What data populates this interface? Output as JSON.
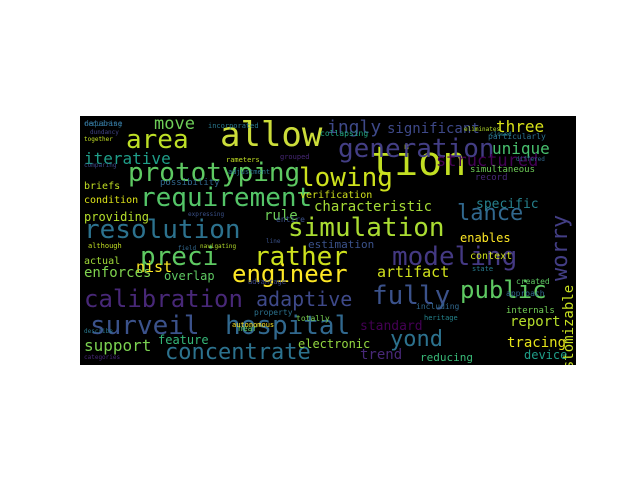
{
  "word_cloud": {
    "background": "#000000",
    "words": [
      {
        "text": "allow",
        "color": "#ccdd3a"
      },
      {
        "text": "tion",
        "color": "#c2df23"
      },
      {
        "text": "generation",
        "color": "#433e85"
      },
      {
        "text": "area",
        "color": "#bddf26"
      },
      {
        "text": "prototyping",
        "color": "#5ec962"
      },
      {
        "text": "lowing",
        "color": "#cde11d"
      },
      {
        "text": "requirement",
        "color": "#54c568"
      },
      {
        "text": "worry",
        "color": "#433e85"
      },
      {
        "text": "simulation",
        "color": "#aadc32"
      },
      {
        "text": "resolution",
        "color": "#2c728e"
      },
      {
        "text": "lance",
        "color": "#31688e"
      },
      {
        "text": "preci",
        "color": "#5ec962"
      },
      {
        "text": "rather",
        "color": "#cde11d"
      },
      {
        "text": "modeling",
        "color": "#443983"
      },
      {
        "text": "engineer",
        "color": "#fde725"
      },
      {
        "text": "fully",
        "color": "#3b528b"
      },
      {
        "text": "calibration",
        "color": "#482878"
      },
      {
        "text": "adaptive",
        "color": "#3e4989"
      },
      {
        "text": "public",
        "color": "#5ec962"
      },
      {
        "text": "surveil",
        "color": "#3b528b"
      },
      {
        "text": "hospital",
        "color": "#31688e"
      },
      {
        "text": "concentrate",
        "color": "#2c728e"
      },
      {
        "text": "yond",
        "color": "#2c728e"
      },
      {
        "text": "customizable",
        "color": "#c8e020"
      },
      {
        "text": "move",
        "color": "#6ece58"
      },
      {
        "text": "ingly",
        "color": "#3e4989"
      },
      {
        "text": "three",
        "color": "#d8e219"
      },
      {
        "text": "unique",
        "color": "#48c16e"
      },
      {
        "text": "iterative",
        "color": "#1f9e89"
      },
      {
        "text": "structured",
        "color": "#440154"
      },
      {
        "text": "characteristic",
        "color": "#a5db36"
      },
      {
        "text": "rule",
        "color": "#6ece58"
      },
      {
        "text": "specific",
        "color": "#26828e"
      },
      {
        "text": "nist",
        "color": "#fde725"
      },
      {
        "text": "enforces",
        "color": "#7fd34e"
      },
      {
        "text": "artifact",
        "color": "#d0e11c"
      },
      {
        "text": "enables",
        "color": "#fde725"
      },
      {
        "text": "report",
        "color": "#b5de2b"
      },
      {
        "text": "support",
        "color": "#7ad151"
      },
      {
        "text": "standard",
        "color": "#440154"
      },
      {
        "text": "overlap",
        "color": "#5ec962"
      },
      {
        "text": "feature",
        "color": "#35b779"
      },
      {
        "text": "electronic",
        "color": "#93d741"
      },
      {
        "text": "trend",
        "color": "#482878"
      },
      {
        "text": "tracing",
        "color": "#e5e419"
      },
      {
        "text": "device",
        "color": "#1f9e89"
      },
      {
        "text": "reducing",
        "color": "#38b977"
      },
      {
        "text": "program",
        "color": "#472d7b"
      },
      {
        "text": "detail",
        "color": "#25858e"
      },
      {
        "text": "context",
        "color": "#d0e11c"
      },
      {
        "text": "significant",
        "color": "#3e4989"
      },
      {
        "text": "verification",
        "color": "#d0e11c"
      },
      {
        "text": "estimation",
        "color": "#3b528b"
      },
      {
        "text": "providing",
        "color": "#b5de2b"
      },
      {
        "text": "condition",
        "color": "#dde318"
      },
      {
        "text": "briefs",
        "color": "#c2df23"
      },
      {
        "text": "actual",
        "color": "#a0da39"
      },
      {
        "text": "internals",
        "color": "#73d056"
      },
      {
        "text": "simultaneous",
        "color": "#6ece58"
      },
      {
        "text": "record",
        "color": "#482878"
      },
      {
        "text": "particularly",
        "color": "#2c728e"
      },
      {
        "text": "possibility",
        "color": "#31688e"
      },
      {
        "text": "collapsing",
        "color": "#22a884"
      },
      {
        "text": "near",
        "color": "#5ec962"
      },
      {
        "text": "property",
        "color": "#2c728e"
      },
      {
        "text": "entire",
        "color": "#3b528b"
      },
      {
        "text": "created",
        "color": "#5ec962"
      },
      {
        "text": "approach",
        "color": "#31688e"
      },
      {
        "text": "incorporated",
        "color": "#2a788e"
      },
      {
        "text": "advantage",
        "color": "#3e4989"
      },
      {
        "text": "totally",
        "color": "#7ad151"
      },
      {
        "text": "including",
        "color": "#31688e"
      },
      {
        "text": "requiring",
        "color": "#2c728e"
      },
      {
        "text": "dundancy",
        "color": "#414487"
      },
      {
        "text": "together",
        "color": "#c2df23"
      },
      {
        "text": "comparing",
        "color": "#3e4989"
      },
      {
        "text": "expressing",
        "color": "#3b528b"
      },
      {
        "text": "rameters",
        "color": "#c2df23"
      },
      {
        "text": "adjustment",
        "color": "#2c728e"
      },
      {
        "text": "grouped",
        "color": "#482878"
      },
      {
        "text": "eliminates",
        "color": "#b5de2b"
      },
      {
        "text": "differed",
        "color": "#31688e"
      },
      {
        "text": "closed",
        "color": "#26828e"
      },
      {
        "text": "state",
        "color": "#287c8e"
      },
      {
        "text": "heritage",
        "color": "#25858e"
      },
      {
        "text": "autonomous",
        "color": "#fde725"
      },
      {
        "text": "line",
        "color": "#3b528b"
      },
      {
        "text": "field",
        "color": "#31688e"
      },
      {
        "text": "navigating",
        "color": "#b5de2b"
      },
      {
        "text": "although",
        "color": "#c2df23"
      },
      {
        "text": "categories",
        "color": "#482878"
      },
      {
        "text": "describe",
        "color": "#2a788e"
      },
      {
        "text": "database",
        "color": "#31688e"
      }
    ]
  }
}
